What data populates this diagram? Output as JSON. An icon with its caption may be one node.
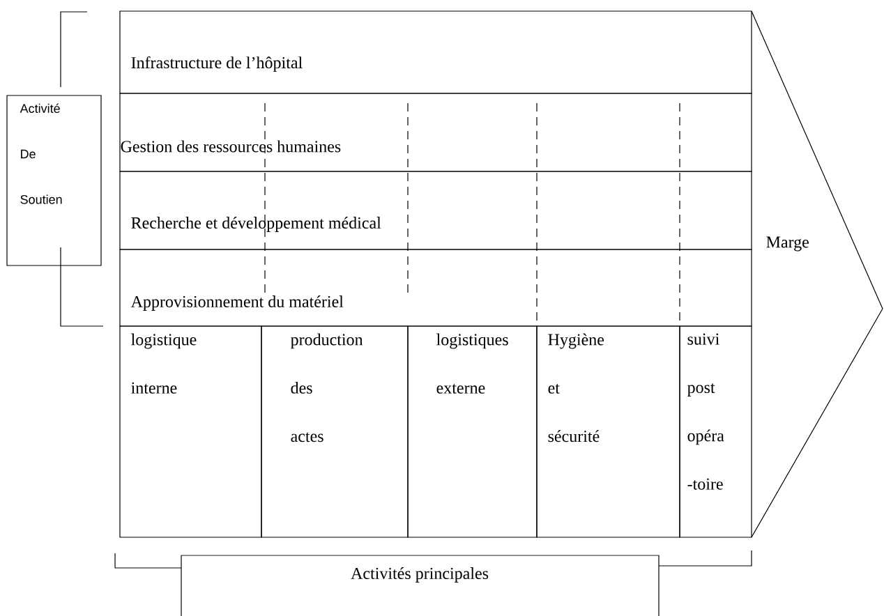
{
  "diagram": {
    "nodes": [
      {
        "text": [
          "Activité De Soutien"
        ]
      },
      {
        "text": [
          "Infrastructure de l’hôpital"
        ]
      },
      {
        "text": [
          "Gestion des ressources humaines"
        ]
      },
      {
        "text": [
          "Recherche et développement médical"
        ]
      },
      {
        "text": [
          "Approvisionnement du matériel"
        ]
      },
      {
        "text": [
          "logistique interne"
        ]
      },
      {
        "text": [
          "production des actes"
        ]
      },
      {
        "text": [
          "logistiques externe"
        ]
      },
      {
        "text": [
          "Hygiène et sécurité"
        ]
      },
      {
        "text": [
          "suivi post opéra -toire"
        ]
      },
      {
        "text": [
          "Marge"
        ]
      },
      {
        "text": [
          "Activités principales"
        ]
      }
    ]
  }
}
